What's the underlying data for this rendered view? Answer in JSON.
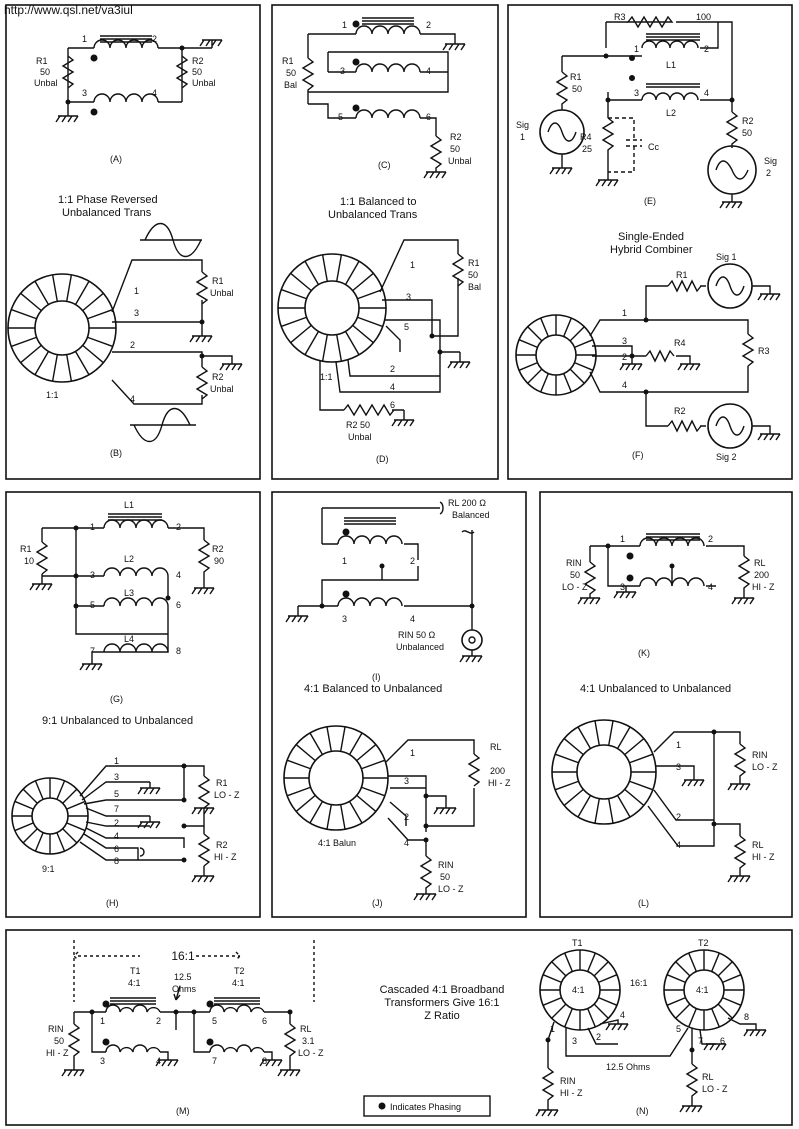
{
  "url": "http://www.qsl.net/va3iul",
  "legend": "Indicates Phasing",
  "panelA": {
    "caption": "(A)",
    "r1": [
      "R1",
      "50",
      "Unbal"
    ],
    "r2": [
      "R2",
      "50",
      "Unbal"
    ],
    "p1": "1",
    "p2": "2",
    "p3": "3",
    "p4": "4"
  },
  "panelB": {
    "caption": "(B)",
    "title1": "1:1 Phase Reversed",
    "title2": "Unbalanced Trans",
    "ratio": "1:1",
    "r1": [
      "R1",
      "Unbal"
    ],
    "r2": [
      "R2",
      "Unbal"
    ],
    "p1": "1",
    "p2": "2",
    "p3": "3",
    "p4": "4"
  },
  "panelC": {
    "caption": "(C)",
    "r1": [
      "R1",
      "50",
      "Bal"
    ],
    "r2": [
      "R2",
      "50",
      "Unbal"
    ],
    "p1": "1",
    "p2": "2",
    "p3": "3",
    "p4": "4",
    "p5": "5",
    "p6": "6"
  },
  "panelD": {
    "caption": "(D)",
    "title1": "1:1 Balanced to",
    "title2": "Unbalanced Trans",
    "ratio": "1:1",
    "r1": [
      "R1",
      "50",
      "Bal"
    ],
    "r2": [
      "R2 50",
      "Unbal"
    ],
    "p1": "1",
    "p2": "2",
    "p3": "3",
    "p4": "4",
    "p5": "5",
    "p6": "6"
  },
  "panelE": {
    "caption": "(E)",
    "title1": "Single-Ended",
    "title2": "Hybrid Combiner",
    "r3": [
      "R3",
      "100"
    ],
    "r1": [
      "R1",
      "50"
    ],
    "r2": [
      "R2",
      "50"
    ],
    "r4": [
      "R4",
      "25"
    ],
    "cc": "Cc",
    "l1": "L1",
    "l2": "L2",
    "sig1": [
      "Sig",
      "1"
    ],
    "sig2": [
      "Sig",
      "2"
    ],
    "p1": "1",
    "p2": "2",
    "p3": "3",
    "p4": "4"
  },
  "panelF": {
    "caption": "(F)",
    "r1": "R1",
    "r2": "R2",
    "r3": "R3",
    "r4": "R4",
    "sig1": "Sig 1",
    "sig2": "Sig 2",
    "p1": "1",
    "p2": "2",
    "p3": "3",
    "p4": "4"
  },
  "panelG": {
    "caption": "(G)",
    "title": "9:1 Unbalanced to Unbalanced",
    "r1": [
      "R1",
      "10"
    ],
    "r2": [
      "R2",
      "90"
    ],
    "l1": "L1",
    "l2": "L2",
    "l3": "L3",
    "l4": "L4",
    "pins": [
      "1",
      "2",
      "3",
      "4",
      "5",
      "6",
      "7",
      "8"
    ]
  },
  "panelH": {
    "caption": "(H)",
    "ratio": "9:1",
    "r1": [
      "R1",
      "LO - Z"
    ],
    "r2": [
      "R2",
      "HI - Z"
    ],
    "pins": [
      "1",
      "3",
      "5",
      "7",
      "2",
      "4",
      "6",
      "8"
    ]
  },
  "panelI": {
    "caption": "(I)",
    "title": "4:1 Balanced to Unbalanced",
    "rl": [
      "RL 200 Ω",
      "Balanced"
    ],
    "rin": [
      "RIN 50 Ω",
      "Unbalanced"
    ],
    "p1": "1",
    "p2": "2",
    "p3": "3",
    "p4": "4"
  },
  "panelJ": {
    "caption": "(J)",
    "balun": "4:1 Balun",
    "rl": [
      "RL",
      "200",
      "HI - Z"
    ],
    "rin": [
      "RIN",
      "50",
      "LO - Z"
    ],
    "p1": "1",
    "p2": "2",
    "p3": "3",
    "p4": "4"
  },
  "panelK": {
    "caption": "(K)",
    "title": "4:1 Unbalanced to Unbalanced",
    "rin": [
      "RIN",
      "50",
      "LO - Z"
    ],
    "rl": [
      "RL",
      "200",
      "HI - Z"
    ],
    "p1": "1",
    "p2": "2",
    "p3": "3",
    "p4": "4"
  },
  "panelL": {
    "caption": "(L)",
    "rin": [
      "RIN",
      "LO - Z"
    ],
    "rl": [
      "RL",
      "HI - Z"
    ],
    "p1": "1",
    "p2": "2",
    "p3": "3",
    "p4": "4"
  },
  "panelM": {
    "caption": "(M)",
    "ratio": "16:1",
    "t1": [
      "T1",
      "4:1"
    ],
    "t2": [
      "T2",
      "4:1"
    ],
    "mid": [
      "12.5",
      "Ohms"
    ],
    "rin": [
      "RIN",
      "50",
      "HI - Z"
    ],
    "rl": [
      "RL",
      "3.1",
      "LO - Z"
    ],
    "pins": [
      "1",
      "2",
      "3",
      "4",
      "5",
      "6",
      "7",
      "8"
    ]
  },
  "panelN": {
    "caption": "(N)",
    "title1": "Cascaded 4:1 Broadband",
    "title2": "Transformers Give 16:1",
    "title3": "Z Ratio",
    "t1": "T1",
    "t2": "T2",
    "core": "4:1",
    "ratio": "16:1",
    "mid": "12.5 Ohms",
    "rin": [
      "RIN",
      "HI - Z"
    ],
    "rl": [
      "RL",
      "LO - Z"
    ],
    "pins": [
      "1",
      "2",
      "3",
      "4",
      "5",
      "6",
      "7",
      "8"
    ]
  }
}
